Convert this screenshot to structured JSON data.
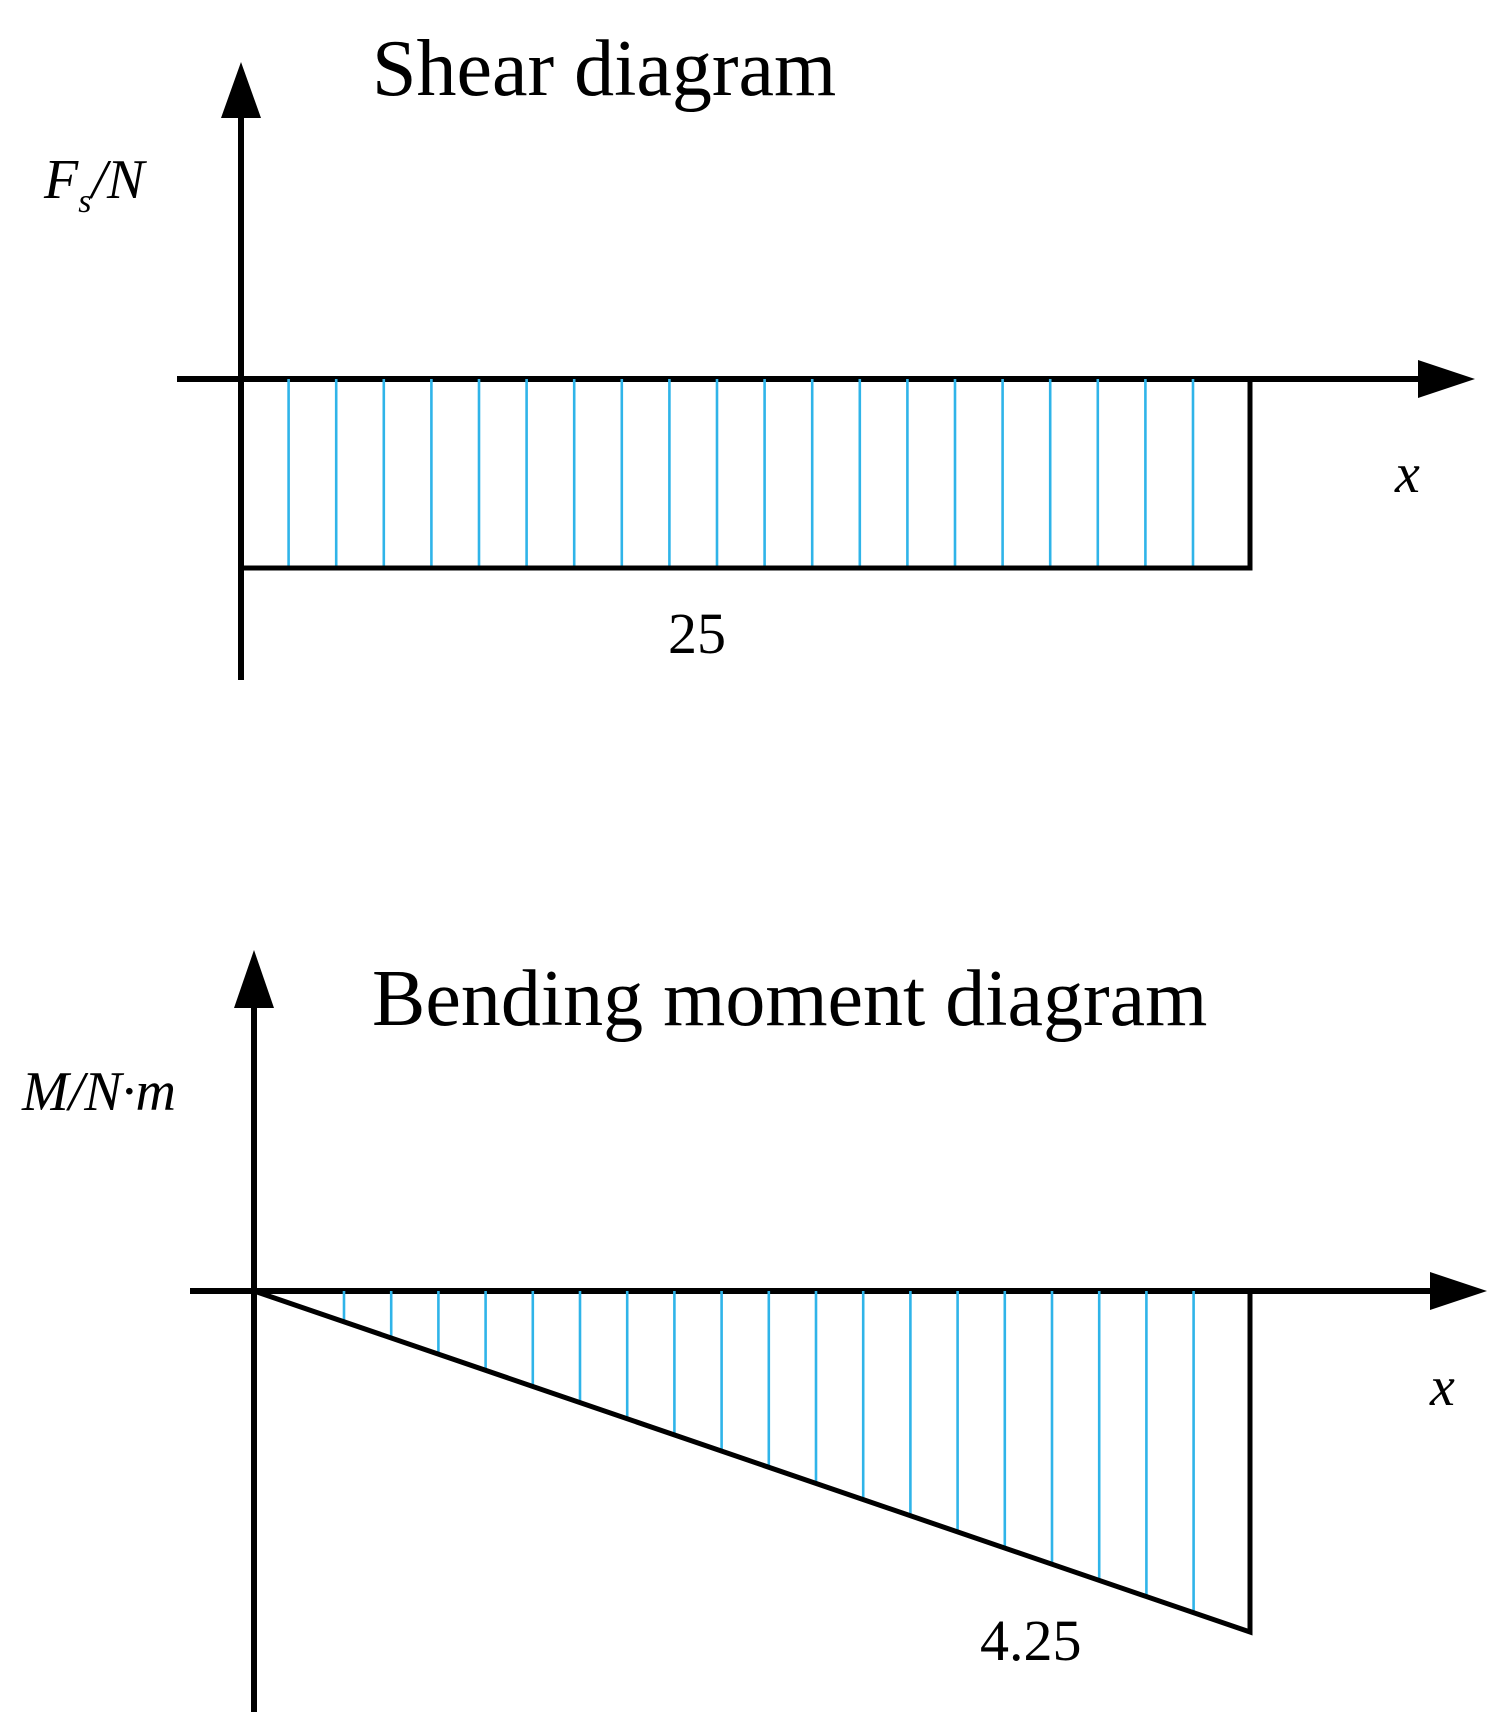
{
  "shear_diagram": {
    "title": "Shear diagram",
    "y_axis_label": {
      "main": "F",
      "sub": "s",
      "rest": "/N"
    },
    "x_axis_label": "x",
    "value_label": "25"
  },
  "moment_diagram": {
    "title": "Bending moment diagram",
    "y_axis_label": "M/N·m",
    "x_axis_label": "x",
    "value_label": "4.25"
  },
  "colors": {
    "axis": "#000000",
    "hatch": "#2fb4e9",
    "background": "#ffffff"
  }
}
